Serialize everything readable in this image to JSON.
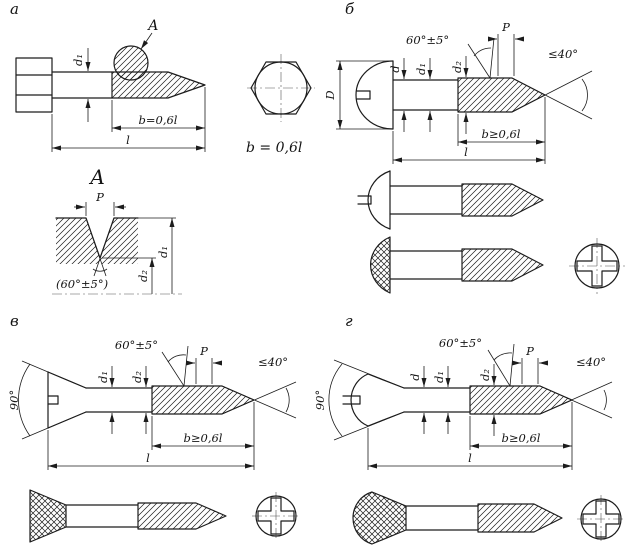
{
  "figure": {
    "background": "#ffffff",
    "ink": "#1c1c1c"
  },
  "panels": {
    "a": {
      "label": "а",
      "callout": "А",
      "detail_title": "А",
      "dims": {
        "d1": "d₁",
        "b": "b=0,6l",
        "l": "l",
        "note": "b = 0,6l",
        "pitch": "P",
        "profile_angle": "(60°±5°)",
        "d2_detail": "d₂",
        "d1_detail": "d₁"
      }
    },
    "b": {
      "label": "б",
      "dims": {
        "D": "D",
        "d": "d",
        "d1": "d₁",
        "d2": "d₂",
        "pitch": "P",
        "profile_angle": "60°±5°",
        "point_angle": "≤40°",
        "b": "b≥0,6l",
        "l": "l"
      }
    },
    "v": {
      "label": "в",
      "dims": {
        "head_angle": "90°",
        "d1": "d₁",
        "d2": "d₂",
        "pitch": "P",
        "profile_angle": "60°±5°",
        "point_angle": "≤40°",
        "b": "b≥0,6l",
        "l": "l"
      }
    },
    "g": {
      "label": "г",
      "dims": {
        "head_angle": "90°",
        "d": "d",
        "d1": "d₁",
        "d2": "d₂",
        "pitch": "P",
        "profile_angle": "60°±5°",
        "point_angle": "≤40°",
        "b": "b≥0,6l",
        "l": "l"
      }
    }
  }
}
